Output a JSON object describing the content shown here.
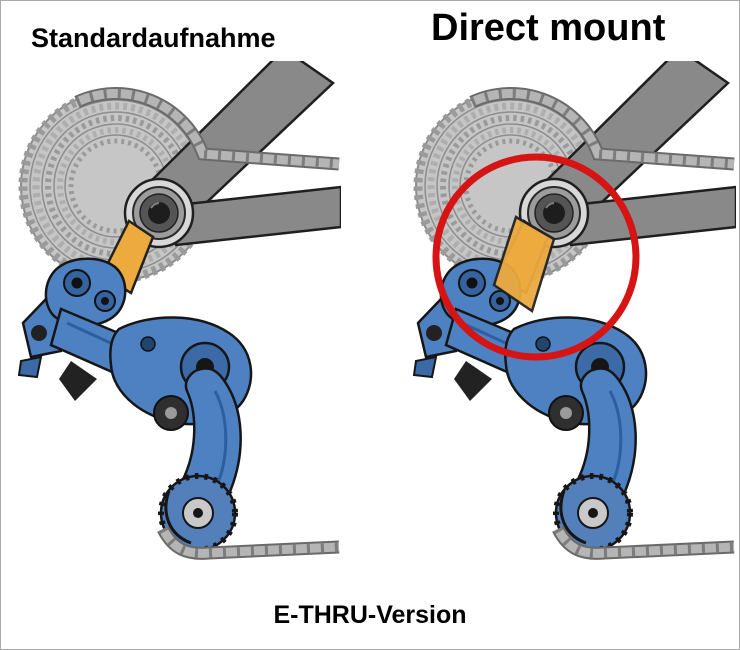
{
  "page": {
    "background_color": "#ffffff",
    "border_color": "#aaaaaa"
  },
  "labels": {
    "left_title": "Standardaufnahme",
    "right_title": "Direct mount",
    "caption": "E-THRU-Version"
  },
  "panels": [
    {
      "id": "standard-mount",
      "title": "Standardaufnahme",
      "highlighted": false
    },
    {
      "id": "direct-mount",
      "title": "Direct mount",
      "highlighted": true
    }
  ],
  "annotation": {
    "type": "circle",
    "color": "#d61414",
    "target": "direct-mount-hanger-area"
  },
  "colors": {
    "derailleur_blue": "#4e81c2",
    "derailleur_blue_dark": "#35639f",
    "hanger_orange": "#ecaa3f",
    "frame_gray": "#898989",
    "cassette_gray": "#c6c6c6",
    "chain_gray": "#a8a8a8",
    "outline_black": "#161616"
  }
}
